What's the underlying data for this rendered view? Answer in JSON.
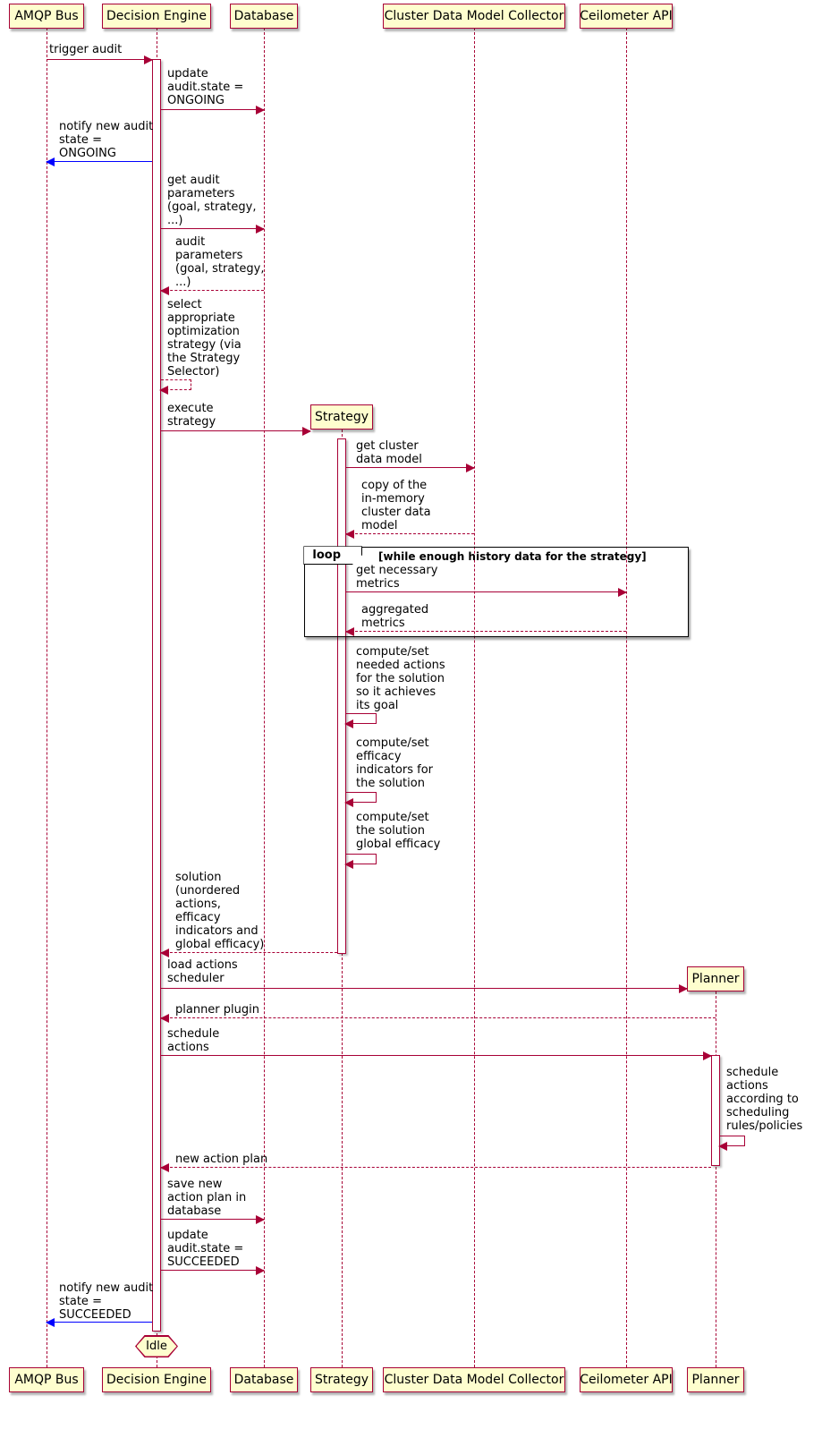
{
  "participants": [
    {
      "name": "AMQP Bus"
    },
    {
      "name": "Decision Engine"
    },
    {
      "name": "Database"
    },
    {
      "name": "Strategy"
    },
    {
      "name": "Cluster Data Model Collector"
    },
    {
      "name": "Ceilometer API"
    },
    {
      "name": "Planner"
    }
  ],
  "loop": {
    "keyword": "loop",
    "condition": "[while enough history data for the strategy]"
  },
  "end_state": {
    "label": "Idle"
  },
  "colors": {
    "participant_fill": "#FEFECE",
    "border": "#A80036",
    "arrow": "#A80036",
    "notify_arrow": "#0000FF",
    "frame_border": "#000000"
  },
  "messages": [
    {
      "label": "trigger audit",
      "from": "AMQP Bus",
      "to": "Decision Engine",
      "style": "solid"
    },
    {
      "label": "update\naudit.state =\nONGOING",
      "from": "Decision Engine",
      "to": "Database",
      "style": "solid"
    },
    {
      "label": "notify new audit\nstate =\nONGOING",
      "from": "Decision Engine",
      "to": "AMQP Bus",
      "style": "solid-blue"
    },
    {
      "label": "get audit\nparameters\n(goal, strategy,\n...)",
      "from": "Decision Engine",
      "to": "Database",
      "style": "solid"
    },
    {
      "label": "audit\nparameters\n(goal, strategy,\n...)",
      "from": "Database",
      "to": "Decision Engine",
      "style": "dashed-return"
    },
    {
      "label": "select\nappropriate\noptimization\nstrategy (via\nthe Strategy\nSelector)",
      "from": "Decision Engine",
      "to": "Decision Engine",
      "style": "dashed-self"
    },
    {
      "label": "execute\nstrategy",
      "from": "Decision Engine",
      "to": "Strategy",
      "style": "solid-create"
    },
    {
      "label": "get cluster\ndata model",
      "from": "Strategy",
      "to": "Cluster Data Model Collector",
      "style": "solid"
    },
    {
      "label": "copy of the\nin-memory\ncluster data\nmodel",
      "from": "Cluster Data Model Collector",
      "to": "Strategy",
      "style": "dashed-return"
    },
    {
      "label": "get necessary\nmetrics",
      "from": "Strategy",
      "to": "Ceilometer API",
      "style": "solid"
    },
    {
      "label": "aggregated\nmetrics",
      "from": "Ceilometer API",
      "to": "Strategy",
      "style": "dashed-return"
    },
    {
      "label": "compute/set\nneeded actions\nfor the solution\nso it achieves\nits goal",
      "from": "Strategy",
      "to": "Strategy",
      "style": "solid-self"
    },
    {
      "label": "compute/set\nefficacy\nindicators for\nthe solution",
      "from": "Strategy",
      "to": "Strategy",
      "style": "solid-self"
    },
    {
      "label": "compute/set\nthe solution\nglobal efficacy",
      "from": "Strategy",
      "to": "Strategy",
      "style": "solid-self"
    },
    {
      "label": "solution\n(unordered\nactions,\nefficacy\nindicators and\nglobal efficacy)",
      "from": "Strategy",
      "to": "Decision Engine",
      "style": "dashed-return"
    },
    {
      "label": "load actions\nscheduler",
      "from": "Decision Engine",
      "to": "Planner",
      "style": "solid-create"
    },
    {
      "label": "planner plugin",
      "from": "Planner",
      "to": "Decision Engine",
      "style": "dashed-return"
    },
    {
      "label": "schedule\nactions",
      "from": "Decision Engine",
      "to": "Planner",
      "style": "solid"
    },
    {
      "label": "schedule\nactions\naccording to\nscheduling\nrules/policies",
      "from": "Planner",
      "to": "Planner",
      "style": "solid-self"
    },
    {
      "label": "new action plan",
      "from": "Planner",
      "to": "Decision Engine",
      "style": "dashed-return"
    },
    {
      "label": "save new\naction plan in\ndatabase",
      "from": "Decision Engine",
      "to": "Database",
      "style": "solid"
    },
    {
      "label": "update\naudit.state =\nSUCCEEDED",
      "from": "Decision Engine",
      "to": "Database",
      "style": "solid"
    },
    {
      "label": "notify new audit\nstate =\nSUCCEEDED",
      "from": "Decision Engine",
      "to": "AMQP Bus",
      "style": "solid-blue"
    }
  ]
}
